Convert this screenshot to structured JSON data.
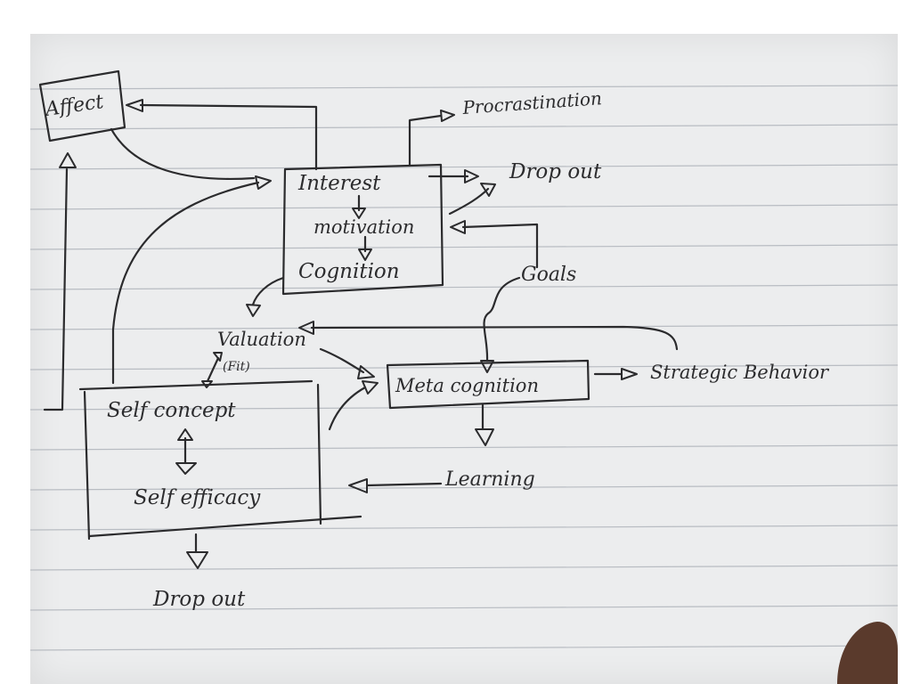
{
  "nodes": {
    "affect": "Affect",
    "procrastination": "Procrastination",
    "interest": "Interest",
    "drop_out_top": "Drop out",
    "motivation": "motivation",
    "cognition": "Cognition",
    "goals": "Goals",
    "valuation": "Valuation",
    "fit": "(Fit)",
    "metacognition": "Meta cognition",
    "strategic_behavior": "Strategic Behavior",
    "self_concept": "Self concept",
    "self_efficacy": "Self efficacy",
    "learning": "Learning",
    "drop_out_bottom": "Drop out"
  },
  "colors": {
    "paper": "#ecedee",
    "ink": "#2b2b2d",
    "rule_lines": "#b8bcc2",
    "background": "#ffffff",
    "thumb": "#5a3a2c"
  }
}
